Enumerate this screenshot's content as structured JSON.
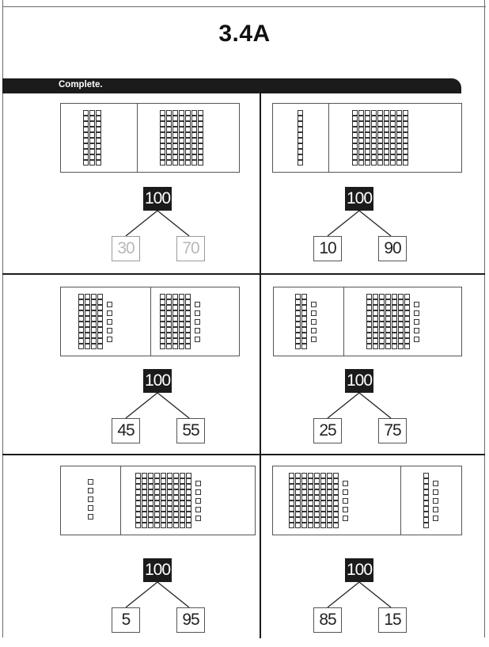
{
  "page": {
    "title": "3.4A",
    "instruction": "Complete."
  },
  "problems": [
    {
      "whole": "100",
      "parts": [
        "30",
        "70"
      ],
      "parts_style": "traced"
    },
    {
      "whole": "100",
      "parts": [
        "10",
        "90"
      ],
      "parts_style": "filled"
    },
    {
      "whole": "100",
      "parts": [
        "45",
        "55"
      ],
      "parts_style": "filled"
    },
    {
      "whole": "100",
      "parts": [
        "25",
        "75"
      ],
      "parts_style": "filled"
    },
    {
      "whole": "100",
      "parts": [
        "5",
        "95"
      ],
      "parts_style": "filled"
    },
    {
      "whole": "100",
      "parts": [
        "85",
        "15"
      ],
      "parts_style": "filled"
    }
  ],
  "colors": {
    "banner": "#1b1b1b",
    "whole_box": "#1b1b1b",
    "traced_answer": "#b8b8b8"
  }
}
